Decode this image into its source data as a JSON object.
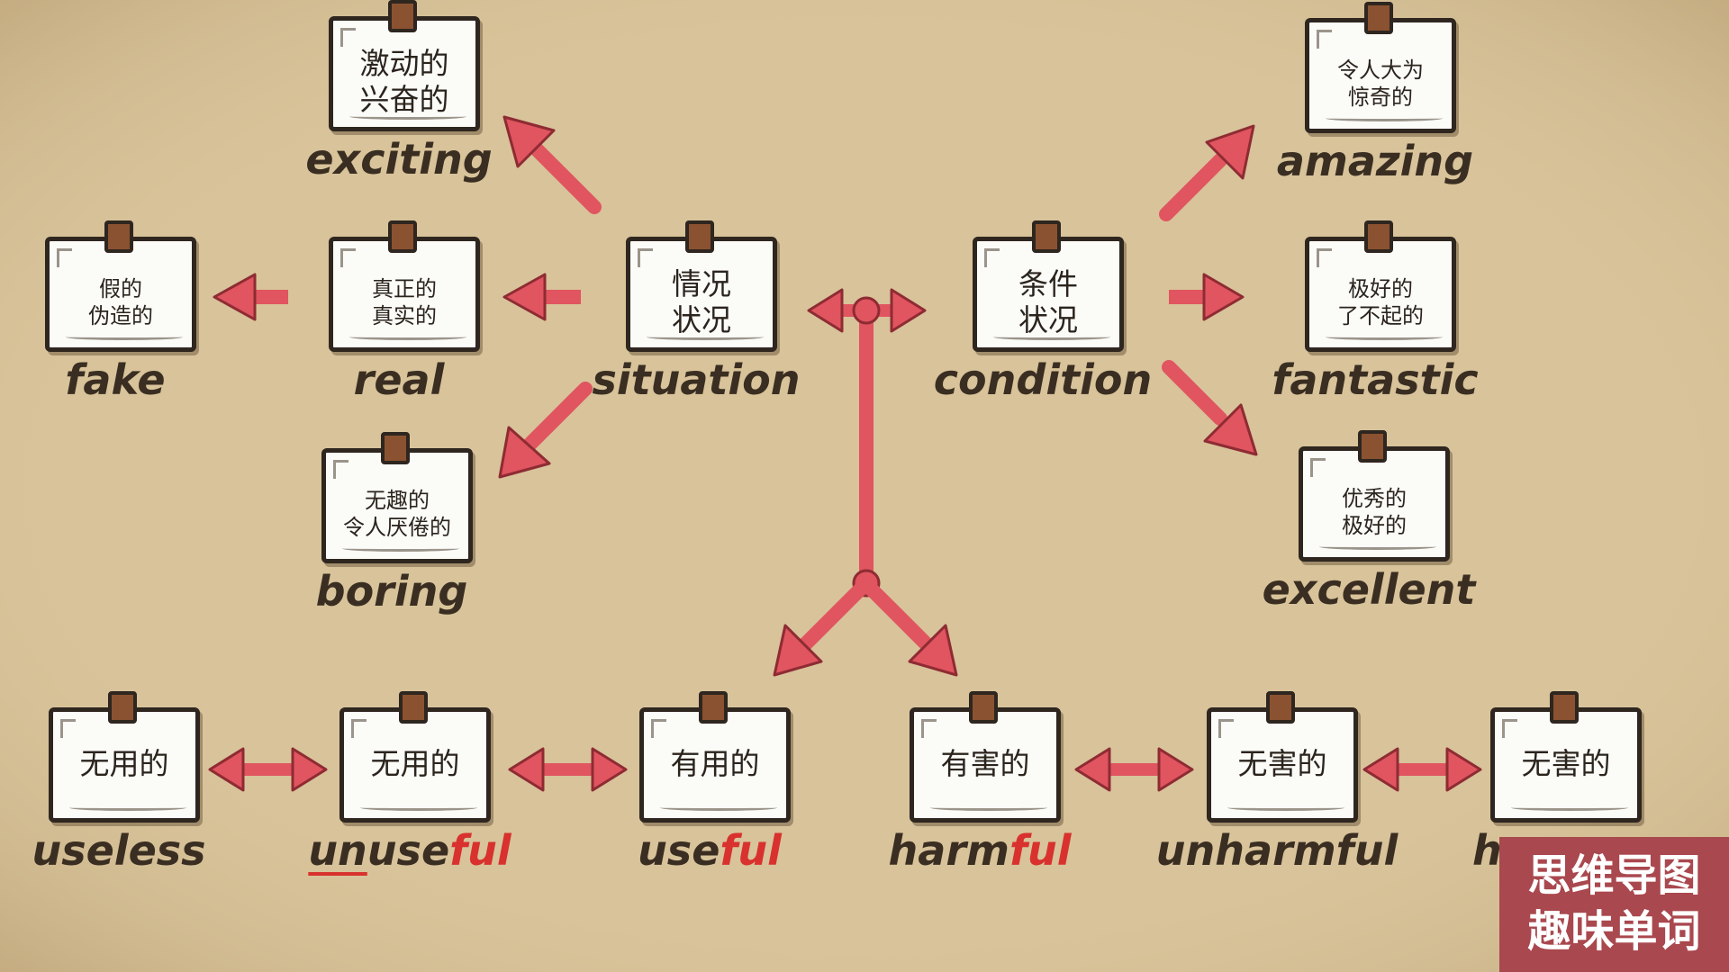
{
  "nodes": {
    "exciting": {
      "cn": "激动的\n兴奋的",
      "en": "exciting"
    },
    "amazing": {
      "cn": "令人大为\n惊奇的",
      "en": "amazing"
    },
    "fake": {
      "cn": "假的\n伪造的",
      "en": "fake"
    },
    "real": {
      "cn": "真正的\n真实的",
      "en": "real"
    },
    "situation": {
      "cn": "情况\n状况",
      "en": "situation"
    },
    "condition": {
      "cn": "条件\n状况",
      "en": "condition"
    },
    "fantastic": {
      "cn": "极好的\n了不起的",
      "en": "fantastic"
    },
    "boring": {
      "cn": "无趣的\n令人厌倦的",
      "en": "boring"
    },
    "excellent": {
      "cn": "优秀的\n极好的",
      "en": "excellent"
    },
    "useless": {
      "cn": "无用的",
      "en": "useless"
    },
    "unuseful": {
      "cn": "无用的",
      "en_prefix": "un",
      "en_stem": "use",
      "en_suffix": "ful"
    },
    "useful": {
      "cn": "有用的",
      "en_stem": "use",
      "en_suffix": "ful"
    },
    "harmful": {
      "cn": "有害的",
      "en_stem": "harm",
      "en_suffix": "ful"
    },
    "unharmful": {
      "cn": "无害的",
      "en": "unharmful"
    },
    "harmless": {
      "cn": "无害的",
      "en": "h"
    }
  },
  "badge": {
    "line1": "思维导图",
    "line2": "趣味单词"
  },
  "colors": {
    "background": "#d8c39a",
    "arrow": "#e0555f",
    "arrow_outline": "#8e2b33",
    "suffix": "#d8312e",
    "badge": "#a9484e"
  }
}
